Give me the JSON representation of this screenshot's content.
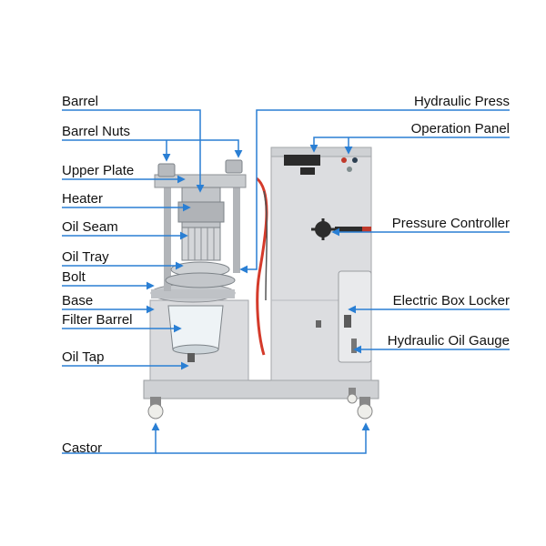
{
  "labels": {
    "barrel": "Barrel",
    "barrel_nuts": "Barrel Nuts",
    "upper_plate": "Upper Plate",
    "heater": "Heater",
    "oil_seam": "Oil Seam",
    "oil_tray": "Oil Tray",
    "bolt": "Bolt",
    "base": "Base",
    "filter_barrel": "Filter Barrel",
    "oil_tap": "Oil Tap",
    "castor": "Castor",
    "hydraulic_press": "Hydraulic Press",
    "operation_panel": "Operation Panel",
    "pressure_controller": "Pressure Controller",
    "electric_box_locker": "Electric Box Locker",
    "hydraulic_oil_gauge": "Hydraulic Oil Gauge"
  },
  "colors": {
    "leader_line": "#2a7fd4",
    "machine_body": "#d9dadc",
    "steel": "#b9bcc0",
    "dark": "#3a3a3a",
    "hose": "#d43a2a"
  }
}
